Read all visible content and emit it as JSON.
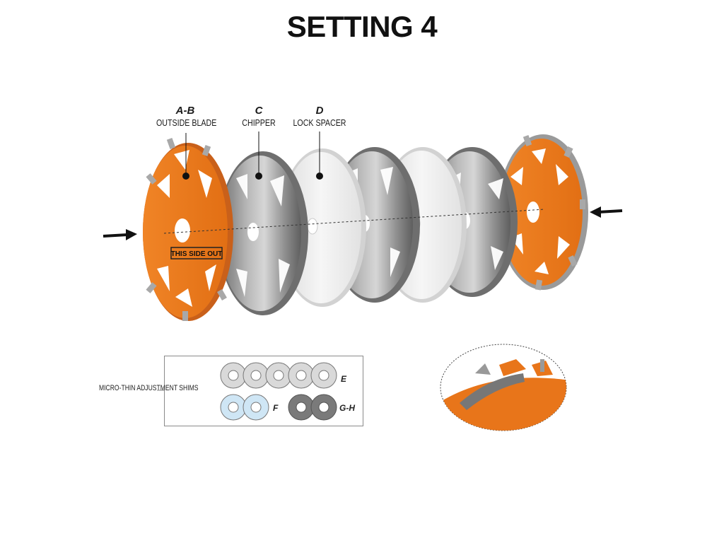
{
  "title": "SETTING 4",
  "labels": {
    "outside_blade": {
      "key": "A-B",
      "text": "OUTSIDE BLADE"
    },
    "chipper": {
      "key": "C",
      "text": "CHIPPER"
    },
    "lock_spacer": {
      "key": "D",
      "text": "LOCK SPACER"
    }
  },
  "stamp_text": "THIS SIDE OUT",
  "shims": {
    "caption": "MICRO-THIN ADJUSTMENT SHIMS",
    "e_label": "E",
    "f_label": "F",
    "gh_label": "G-H"
  },
  "colors": {
    "blade_orange": "#EC7A1C",
    "chipper_gray": "#8E8E8E",
    "spacer_white": "#EEEEEE",
    "shim_e": "#D9D9D9",
    "shim_f": "#CFE6F5",
    "shim_gh": "#7A7A7A"
  }
}
